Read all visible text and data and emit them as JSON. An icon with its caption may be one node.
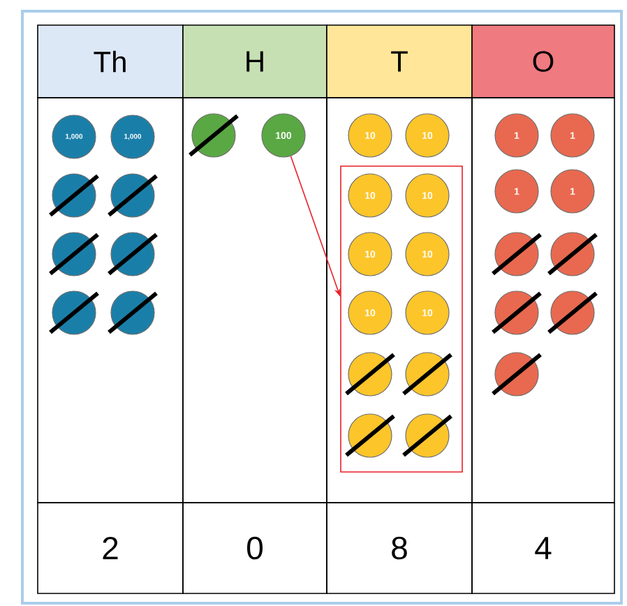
{
  "diagram": {
    "nodes": [
      {
        "text": [
          "1,000"
        ]
      },
      {
        "text": [
          "1,000"
        ]
      },
      {
        "text": [],
        "shape": "circle"
      },
      {
        "text": [],
        "shape": "circle"
      },
      {
        "text": [],
        "shape": "circle"
      },
      {
        "text": [],
        "shape": "circle"
      },
      {
        "text": [],
        "shape": "circle"
      },
      {
        "text": [],
        "shape": "circle"
      },
      {
        "text": [],
        "shape": "circle"
      },
      {
        "text": [
          "100"
        ]
      },
      {
        "text": [
          "10"
        ]
      },
      {
        "text": [
          "10"
        ]
      },
      {
        "text": [],
        "shape": "box"
      },
      {
        "text": [
          "10"
        ],
        "in": 12
      },
      {
        "text": [
          "10"
        ],
        "in": 12
      },
      {
        "text": [
          "10"
        ],
        "in": 12
      },
      {
        "text": [
          "10"
        ],
        "in": 12
      },
      {
        "text": [
          "10"
        ],
        "in": 12
      },
      {
        "text": [
          "10"
        ],
        "in": 12
      },
      {
        "text": [],
        "shape": "circle",
        "in": 12
      },
      {
        "text": [],
        "shape": "circle",
        "in": 12
      },
      {
        "text": [],
        "shape": "circle",
        "in": 12
      },
      {
        "text": [],
        "shape": "circle",
        "in": 12
      },
      {
        "text": [
          "1"
        ]
      },
      {
        "text": [
          "1"
        ]
      },
      {
        "text": [
          "1"
        ]
      },
      {
        "text": [
          "1"
        ]
      },
      {
        "text": [],
        "shape": "circle"
      },
      {
        "text": [],
        "shape": "circle"
      },
      {
        "text": [],
        "shape": "circle"
      },
      {
        "text": [],
        "shape": "circle"
      },
      {
        "text": [],
        "shape": "circle"
      }
    ],
    "edges": [
      {
        "from": 9,
        "to": 12,
        "arrow": "to",
        "color": "#e8202a"
      }
    ],
    "labels": [
      "Th",
      "H",
      "T",
      "O",
      "2",
      "0",
      "8",
      "4"
    ]
  }
}
